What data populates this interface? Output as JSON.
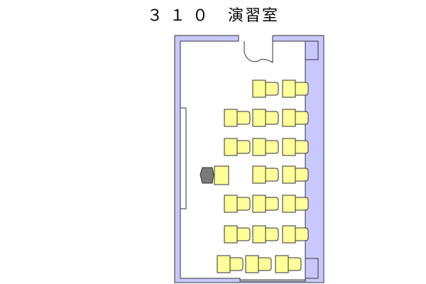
{
  "room": {
    "number": "３１０",
    "name": "演習室"
  },
  "colors": {
    "wall": "#c8c8ff",
    "desk": "#ffff99",
    "teacher_chair": "#7a7a7a"
  },
  "student_desk_rows": [
    2,
    3,
    3,
    2,
    3,
    3,
    3
  ]
}
